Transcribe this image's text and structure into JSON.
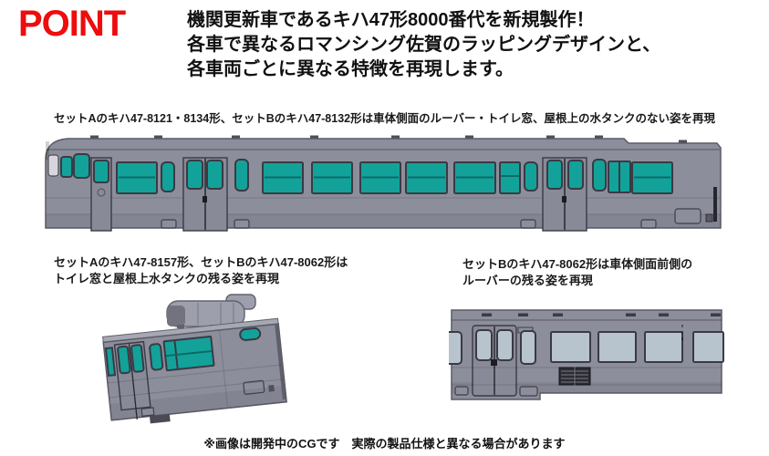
{
  "header": {
    "point_label": "POINT",
    "headline": [
      "機関更新車であるキハ47形8000番代を新規製作！",
      "各車で異なるロマンシング佐賀のラッピングデザインと、",
      "各車両ごとに異なる特徴を再現します。"
    ]
  },
  "captions": {
    "main": "セットAのキハ47-8121・8134形、セットBのキハ47-8132形は車体側面のルーバー・トイレ窓、屋根上の水タンクのない姿を再現",
    "left": [
      "セットAのキハ47-8157形、セットBのキハ47-8062形は",
      "トイレ窓と屋根上水タンクの残る姿を再現"
    ],
    "right": [
      "セットBのキハ47-8062形は車体側面前側の",
      "ルーバーの残る姿を再現"
    ]
  },
  "footnote": "※画像は開発中のCGです　実際の製品仕様と異なる場合があります",
  "renders": {
    "main": "car-side-view-cg",
    "left": "car-rear-with-roof-water-tank-cg",
    "right": "car-side-front-louver-closeup-cg"
  },
  "colors": {
    "accent_red": "#ee0c0c",
    "car_body": "#8d8e9c",
    "car_door": "#898a97",
    "window_teal": "#13a29a",
    "window_teal_dark": "#0b6b66",
    "window_gray": "#b7c3cd",
    "frame_dark": "#3a3a44"
  }
}
